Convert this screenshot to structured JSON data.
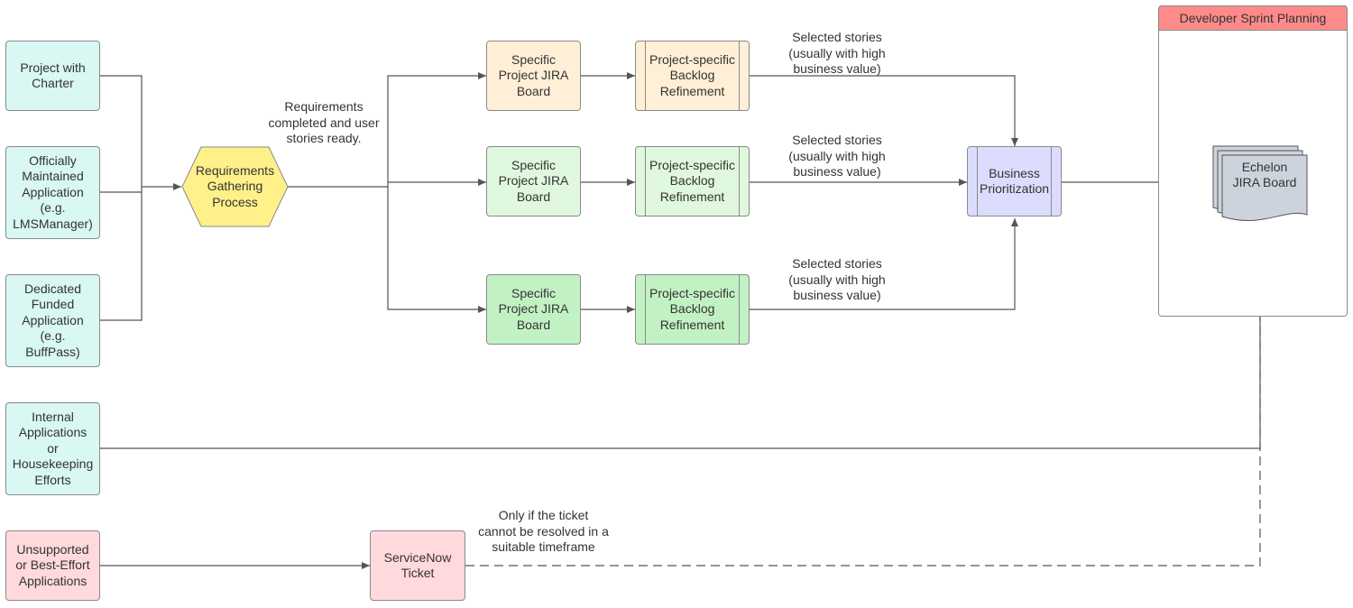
{
  "colors": {
    "source": "#d9f7f3",
    "source_unsupported": "#ffd9dc",
    "requirements": "#fff08a",
    "track_1": "#ffefd6",
    "track_2": "#e0f8dd",
    "track_3": "#c2f2c4",
    "prioritization": "#dcdcff",
    "sprint_header": "#ff8a8a",
    "jira_doc": "#cdd3dc",
    "stroke": "#555555"
  },
  "sources": {
    "charter": "Project with\nCharter",
    "maintained": "Officially\nMaintained\nApplication\n(e.g.\nLMSManager)",
    "funded": "Dedicated\nFunded\nApplication\n(e.g.\nBuffPass)",
    "internal": "Internal\nApplications\nor\nHousekeeping\nEfforts",
    "unsupported": "Unsupported\nor Best-Effort\nApplications"
  },
  "requirements": {
    "label": "Requirements\nGathering\nProcess",
    "caption": "Requirements\ncompleted and user\nstories ready."
  },
  "tracks": [
    {
      "board": "Specific\nProject JIRA\nBoard",
      "refinement": "Project-specific\nBacklog\nRefinement",
      "caption": "Selected stories\n(usually with high\nbusiness value)"
    },
    {
      "board": "Specific\nProject JIRA\nBoard",
      "refinement": "Project-specific\nBacklog\nRefinement",
      "caption": "Selected stories\n(usually with high\nbusiness value)"
    },
    {
      "board": "Specific\nProject JIRA\nBoard",
      "refinement": "Project-specific\nBacklog\nRefinement",
      "caption": "Selected stories\n(usually with high\nbusiness value)"
    }
  ],
  "prioritization": "Business\nPrioritization",
  "sprint": {
    "header": "Developer Sprint Planning",
    "board": "Echelon\nJIRA Board"
  },
  "servicenow": {
    "label": "ServiceNow\nTicket",
    "caption": "Only if the ticket\ncannot be resolved in a\nsuitable timeframe"
  }
}
